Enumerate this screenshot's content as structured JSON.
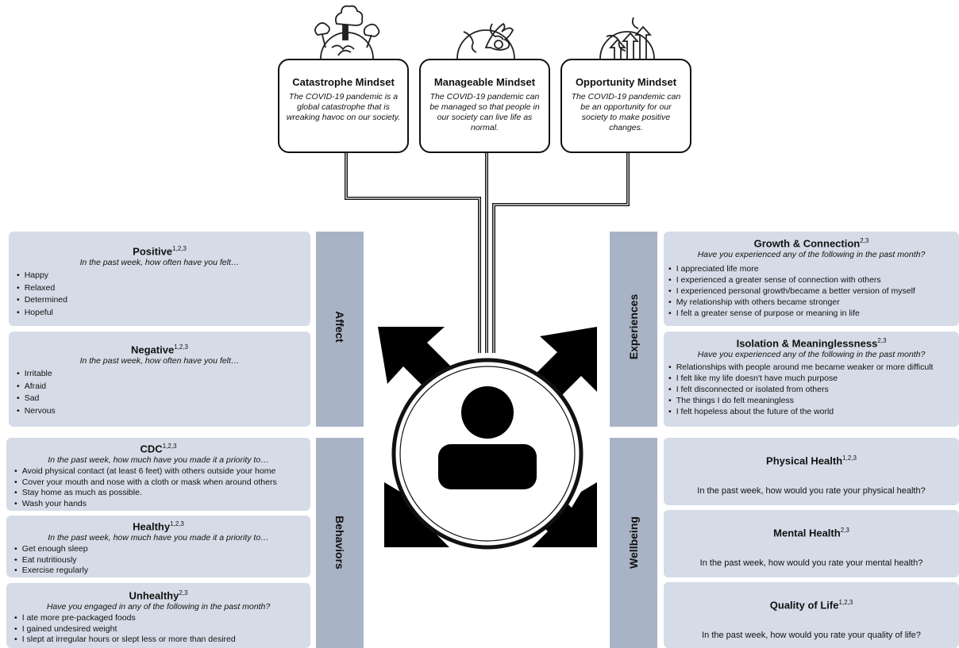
{
  "mindsets": [
    {
      "title": "Catastrophe Mindset",
      "desc": "The COVID-19 pandemic is a global catastrophe that is wreaking havoc on our society."
    },
    {
      "title": "Manageable Mindset",
      "desc": "The COVID-19 pandemic can be managed so that people in our society can live life as normal."
    },
    {
      "title": "Opportunity Mindset",
      "desc": "The COVID-19 pandemic can be an opportunity for our society to make positive changes."
    }
  ],
  "bands": {
    "affect": "Affect",
    "behaviors": "Behaviors",
    "experiences": "Experiences",
    "wellbeing": "Wellbeing"
  },
  "panels": {
    "positive": {
      "title": "Positive",
      "sup": "1,2,3",
      "prompt": "In the past week, how often have you felt…",
      "items": [
        "Happy",
        "Relaxed",
        "Determined",
        "Hopeful"
      ]
    },
    "negative": {
      "title": "Negative",
      "sup": "1,2,3",
      "prompt": "In the past week, how often have you felt…",
      "items": [
        "Irritable",
        "Afraid",
        "Sad",
        "Nervous"
      ]
    },
    "cdc": {
      "title": "CDC",
      "sup": "1,2,3",
      "prompt": "In the past week, how much have you made it a priority to…",
      "items": [
        "Avoid physical contact (at least 6 feet) with others outside your home",
        "Cover your mouth and nose with a cloth or mask when around others",
        "Stay home as much as possible.",
        "Wash your hands"
      ]
    },
    "healthy": {
      "title": "Healthy",
      "sup": "1,2,3",
      "prompt": "In the past week, how much have you made it a priority to…",
      "items": [
        "Get enough sleep",
        "Eat nutritiously",
        "Exercise regularly"
      ]
    },
    "unhealthy": {
      "title": "Unhealthy",
      "sup": "2,3",
      "prompt": "Have you engaged in any of the following in the past month?",
      "items": [
        "I ate more pre-packaged foods",
        "I gained undesired weight",
        "I slept at irregular hours or slept less or more than desired"
      ]
    },
    "growth": {
      "title": "Growth & Connection",
      "sup": "2,3",
      "prompt": "Have you experienced any of the following in the past month?",
      "items": [
        "I appreciated life more",
        "I experienced a greater sense of connection with others",
        "I experienced personal growth/became a better version of myself",
        "My relationship with others became stronger",
        "I felt a greater sense of purpose or meaning in life"
      ]
    },
    "isolation": {
      "title": "Isolation & Meaninglessness",
      "sup": "2,3",
      "prompt": "Have you experienced any of the following in the past month?",
      "items": [
        "Relationships with people around me became weaker or more difficult",
        "I felt like my life doesn't have much purpose",
        "I felt disconnected or isolated from others",
        "The things I do felt meaningless",
        "I felt hopeless about the future of the world"
      ]
    },
    "physical": {
      "title": "Physical Health",
      "sup": "1,2,3",
      "question": "In the past week, how would you rate your physical health?"
    },
    "mental": {
      "title": "Mental Health",
      "sup": "2,3",
      "question": "In the past week, how would you rate your mental health?"
    },
    "quality": {
      "title": "Quality of Life",
      "sup": "1,2,3",
      "question": "In the past week, how would you rate your quality of life?"
    }
  },
  "icons": {
    "catastrophe": "globe-trees-icon",
    "manageable": "globe-ok-hand-icon",
    "opportunity": "globe-growth-arrows-icon",
    "center": "person-icon"
  }
}
